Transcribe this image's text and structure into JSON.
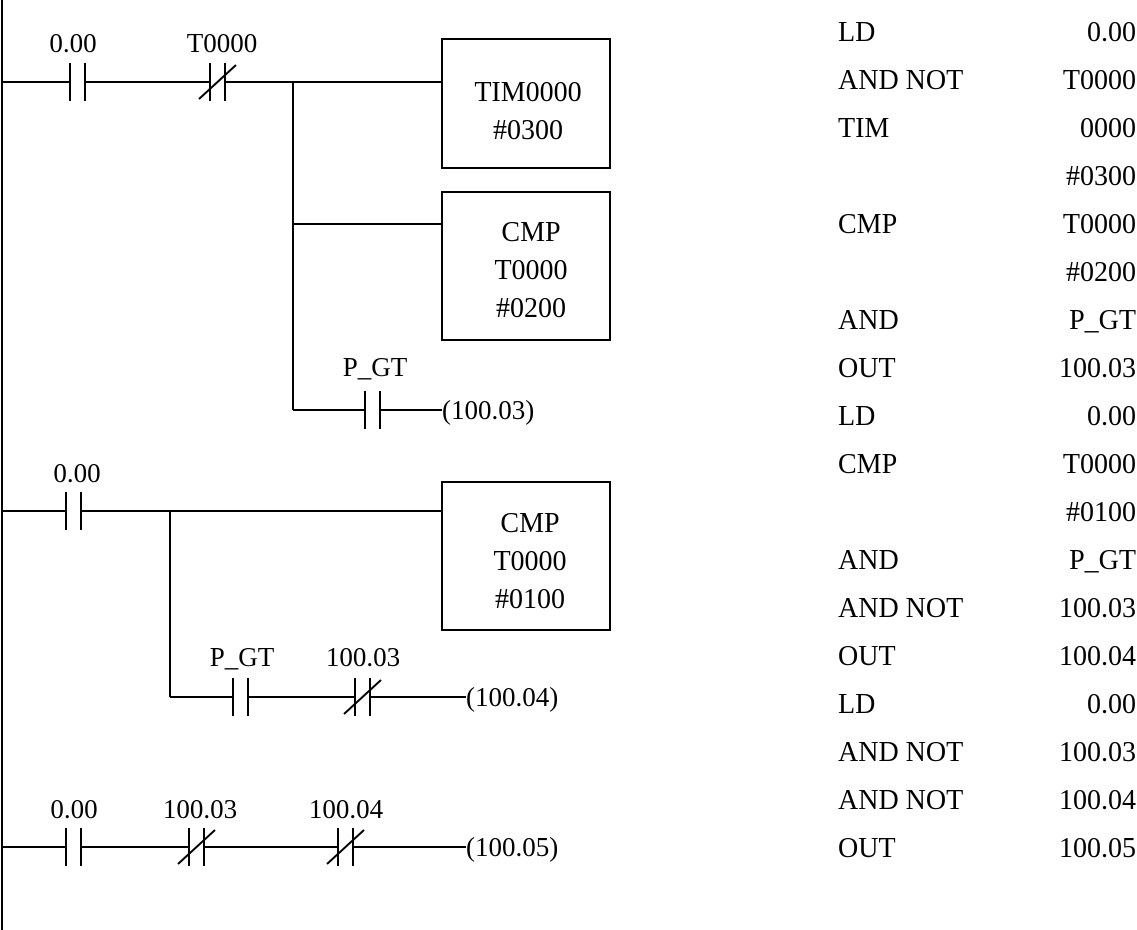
{
  "ladder": {
    "rung1": {
      "contact_no": "0.00",
      "contact_nc": "T0000",
      "timer_box": [
        "TIM0000",
        "#0300"
      ],
      "cmp_box": [
        "CMP",
        "T0000",
        "#0200"
      ],
      "branch_contact": "P_GT",
      "coil": "(100.03)"
    },
    "rung2": {
      "contact_no": "0.00",
      "cmp_box": [
        "CMP",
        "T0000",
        "#0100"
      ],
      "branch_contact_no": "P_GT",
      "branch_contact_nc": "100.03",
      "coil": "(100.04)"
    },
    "rung3": {
      "contact_no": "0.00",
      "contact_nc_1": "100.03",
      "contact_nc_2": "100.04",
      "coil": "(100.05)"
    }
  },
  "instruction_list": [
    {
      "op": "LD",
      "operand": "0.00"
    },
    {
      "op": "AND NOT",
      "operand": "T0000"
    },
    {
      "op": "TIM",
      "operand": "0000"
    },
    {
      "op": "",
      "operand": "#0300"
    },
    {
      "op": "CMP",
      "operand": "T0000"
    },
    {
      "op": "",
      "operand": "#0200"
    },
    {
      "op": "AND",
      "operand": "P_GT"
    },
    {
      "op": "OUT",
      "operand": "100.03"
    },
    {
      "op": "LD",
      "operand": "0.00"
    },
    {
      "op": "CMP",
      "operand": "T0000"
    },
    {
      "op": "",
      "operand": "#0100"
    },
    {
      "op": "AND",
      "operand": "P_GT"
    },
    {
      "op": "AND NOT",
      "operand": "100.03"
    },
    {
      "op": "OUT",
      "operand": "100.04"
    },
    {
      "op": "LD",
      "operand": "0.00"
    },
    {
      "op": "AND NOT",
      "operand": "100.03"
    },
    {
      "op": "AND NOT",
      "operand": "100.04"
    },
    {
      "op": "OUT",
      "operand": "100.05"
    }
  ]
}
